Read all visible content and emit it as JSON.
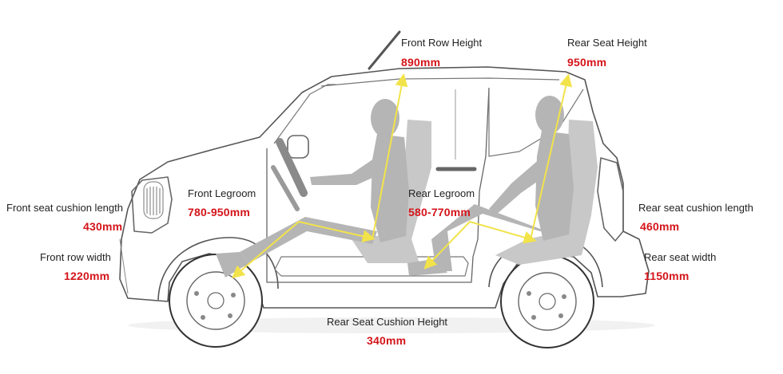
{
  "colors": {
    "accent_value": "#d4141a",
    "label_text": "#222222",
    "measure_arrow": "#f2e34a",
    "outline": "#555555",
    "occupant_fill": "#b5b5b5"
  },
  "measurements": {
    "front_row_height": {
      "label": "Front Row Height",
      "value": "890mm"
    },
    "rear_seat_height": {
      "label": "Rear Seat Height",
      "value": "950mm"
    },
    "front_legroom": {
      "label": "Front Legroom",
      "value": "780-950mm"
    },
    "rear_legroom": {
      "label": "Rear Legroom",
      "value": "580-770mm"
    },
    "front_seat_cushion_length": {
      "label": "Front seat cushion length",
      "value": "430mm"
    },
    "front_row_width": {
      "label": "Front row width",
      "value": "1220mm"
    },
    "rear_seat_cushion_length": {
      "label": "Rear seat cushion length",
      "value": "460mm"
    },
    "rear_seat_width": {
      "label": "Rear seat width",
      "value": "1150mm"
    },
    "rear_seat_cushion_height": {
      "label": "Rear Seat Cushion Height",
      "value": "340mm"
    }
  },
  "icons": {
    "vehicle": "car-side-outline-icon",
    "occupants": "seated-person-icon",
    "arrows": "measurement-arrow-icon"
  }
}
